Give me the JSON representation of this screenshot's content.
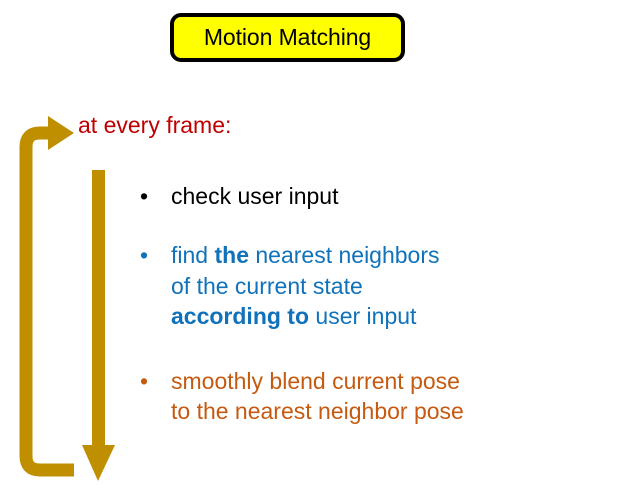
{
  "slide": {
    "title": {
      "label": "Motion Matching",
      "fill_color": "#FFFF00",
      "border_color": "#000000",
      "text_color": "#000000"
    },
    "heading": {
      "text": "at every frame:",
      "color": "#C00000"
    },
    "bullets": [
      {
        "id": "check-user-input",
        "marker": "•",
        "color": "#000000",
        "lines": [
          "check user input"
        ],
        "bold_spans": []
      },
      {
        "id": "find-nearest-neighbors",
        "marker": "•",
        "color": "#1072BA",
        "lines": [
          "find the nearest neighbors",
          "of the current state",
          "according to user input"
        ],
        "bold_spans": [
          "the",
          "according to"
        ]
      },
      {
        "id": "smoothly-blend-pose",
        "marker": "•",
        "color": "#C55A11",
        "lines": [
          "smoothly blend current pose",
          "to the nearest neighbor pose"
        ],
        "bold_spans": []
      }
    ],
    "loop_arrow": {
      "name": "loop-back-arrow",
      "color": "#BF8F00",
      "description": "U-shaped loop returning to top with right-pointing arrowhead"
    },
    "down_arrow": {
      "name": "flow-down-arrow",
      "color": "#BF8F00",
      "description": "vertical bar with downward arrowhead"
    }
  },
  "bullet_html": {
    "check": "check user input",
    "find": "find <b>the</b> nearest neighbors\nof the current state\n<b>according to</b> user input",
    "blend": "smoothly blend current pose\nto the nearest neighbor pose"
  }
}
